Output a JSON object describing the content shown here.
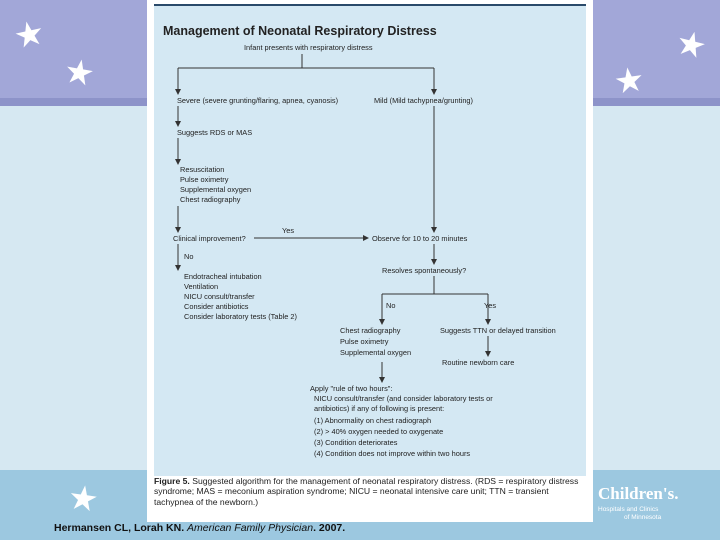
{
  "figure": {
    "title": "Management of Neonatal Respiratory Distress",
    "nodes": {
      "start": "Infant presents with respiratory distress",
      "severe": "Severe (severe grunting/flaring, apnea, cyanosis)",
      "mild": "Mild (Mild tachypnea/grunting)",
      "suggests": "Suggests RDS or MAS",
      "resus": [
        "Resuscitation",
        "Pulse oximetry",
        "Supplemental oxygen",
        "Chest radiography"
      ],
      "clinical": "Clinical improvement?",
      "yes1": "Yes",
      "observe": "Observe for 10 to 20 minutes",
      "no1": "No",
      "resolves": "Resolves spontaneously?",
      "treatment": [
        "Endotracheal intubation",
        "Ventilation",
        "NICU consult/transfer",
        "Consider antibiotics",
        "Consider laboratory tests (Table 2)"
      ],
      "no2": "No",
      "yes2": "Yes",
      "chest": [
        "Chest radiography",
        "Pulse oximetry",
        "Supplemental oxygen"
      ],
      "suggests_ttn": "Suggests TTN or delayed transition",
      "routine": "Routine newborn care",
      "rule": [
        "Apply \"rule of two hours\":",
        "NICU consult/transfer (and consider laboratory tests or",
        "antibiotics) if any of following is present:",
        "(1) Abnormality on chest radiograph",
        "(2) > 40% oxygen needed to oxygenate",
        "(3) Condition deteriorates",
        "(4) Condition does not improve within two hours"
      ]
    }
  },
  "caption": {
    "label": "Figure 5.",
    "text": "Suggested algorithm for the management of neonatal respiratory distress. (RDS = respiratory distress syndrome; MAS = meconium aspiration syndrome; NICU = neonatal intensive care unit; TTN = transient tachypnea of the newborn.)"
  },
  "credit": {
    "authors": "Hermansen CL, Lorah KN.",
    "journal": "American Family Physician",
    "year": ". 2007."
  },
  "logo": {
    "name": "Children's.",
    "sub_1": "Hospitals and Clinics",
    "sub_2": "of Minnesota"
  },
  "colors": {
    "top_band": "#a2a7d8",
    "bottom_band": "#9cc8e0",
    "figure_bg": "#d4e8f3",
    "line": "#333333"
  },
  "icons": [
    "star-icon"
  ]
}
